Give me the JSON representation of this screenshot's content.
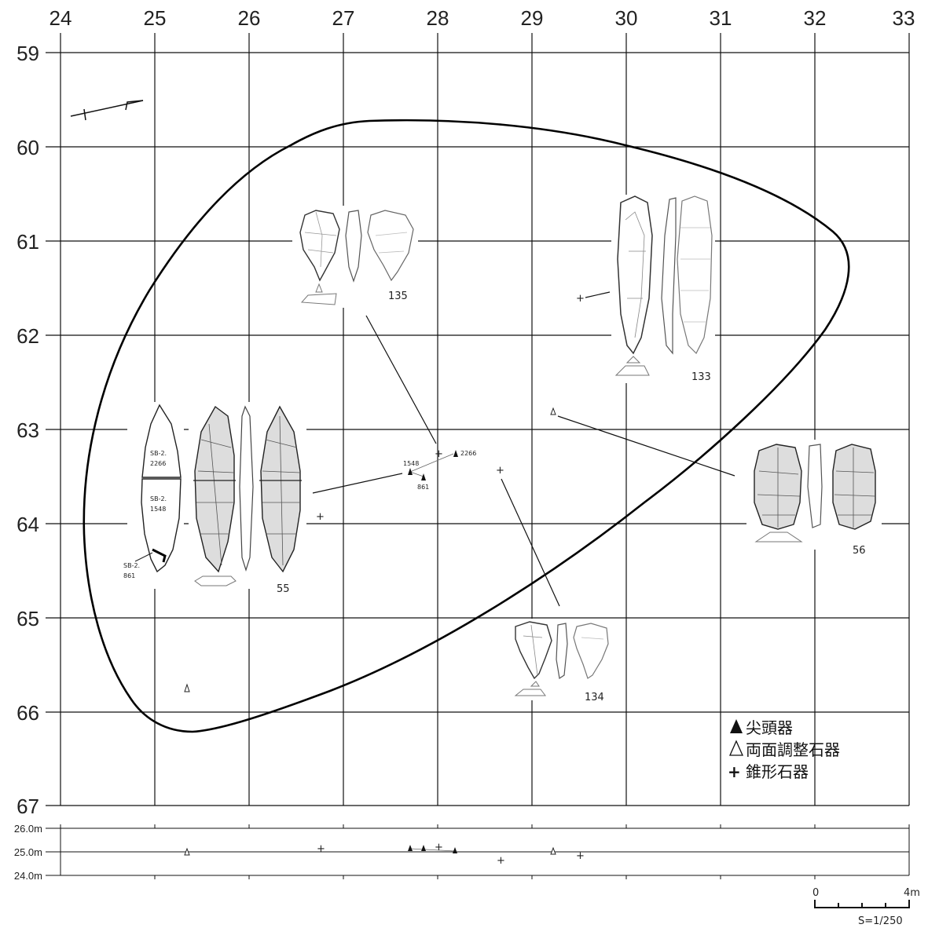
{
  "grid": {
    "x_labels": [
      "24",
      "25",
      "26",
      "27",
      "28",
      "29",
      "30",
      "31",
      "32",
      "33"
    ],
    "y_labels": [
      "59",
      "60",
      "61",
      "62",
      "63",
      "64",
      "65",
      "66",
      "67"
    ]
  },
  "artifacts": {
    "a135": {
      "label": "135"
    },
    "a133": {
      "label": "133"
    },
    "a55": {
      "label": "55"
    },
    "a56": {
      "label": "56"
    },
    "a134": {
      "label": "134"
    }
  },
  "refit": {
    "s2266": "SB-2.\n2266",
    "s2266_a": "SB-2.",
    "s2266_b": "2266",
    "s1548_a": "SB-2.",
    "s1548_b": "1548",
    "s861_a": "SB-2.",
    "s861_b": "861"
  },
  "markers": {
    "m1548": "1548",
    "m861": "861",
    "m2266": "2266"
  },
  "legend": {
    "items": [
      {
        "symbol": "▲",
        "label": "尖頭器"
      },
      {
        "symbol": "△",
        "label": "両面調整石器"
      },
      {
        "symbol": "+",
        "label": "錐形石器"
      }
    ]
  },
  "section": {
    "elev_labels": [
      "26.0m",
      "25.0m",
      "24.0m"
    ]
  },
  "scale": {
    "zero": "0",
    "max": "4m",
    "ratio": "S=1/250"
  }
}
